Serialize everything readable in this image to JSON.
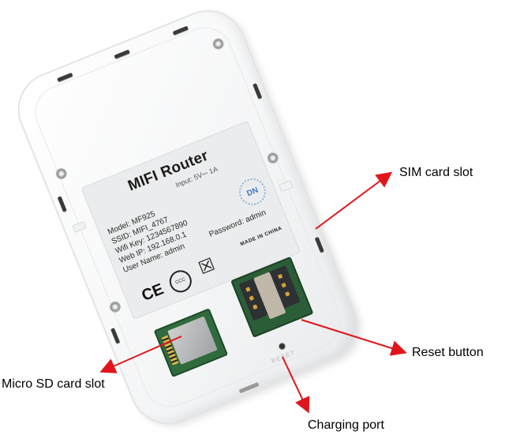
{
  "product": {
    "type": "MiFi router (back view, cover removed)",
    "label": {
      "title": "MIFI Router",
      "input": "Input: 5V⎓ 1A",
      "specs": [
        "Model: MF925",
        "SSID: MIFI_4767",
        "Wifi Key: 1234567890",
        "Web IP: 192.168.0.1",
        "User Name: admin"
      ],
      "password": "Password: admin",
      "badge": "DN",
      "made_in": "MADE IN CHINA",
      "cert_marks": [
        "CE",
        "CCC",
        "WEEE"
      ]
    },
    "reset_engraving": "RESET"
  },
  "callouts": [
    {
      "id": "sim",
      "label": "SIM card slot"
    },
    {
      "id": "reset",
      "label": "Reset button"
    },
    {
      "id": "sd",
      "label": "Micro SD card slot"
    },
    {
      "id": "charge",
      "label": "Charging port"
    }
  ],
  "colors": {
    "arrow": "#e0151b",
    "device_body": "#f4f5f6",
    "label_bg": "#ebeced",
    "pcb_green": "#2f6b3c",
    "badge_blue": "#3b78c0"
  }
}
